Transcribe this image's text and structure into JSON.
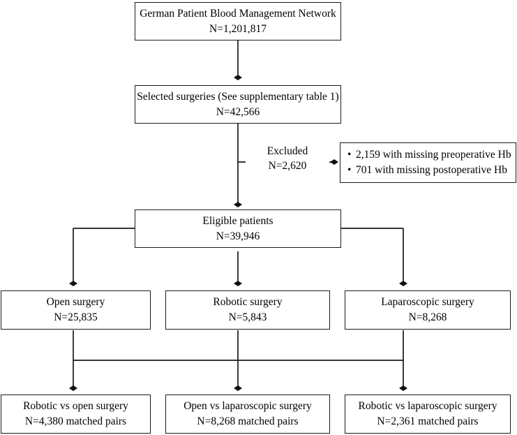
{
  "figure": {
    "type": "flowchart",
    "orientation": "top-down",
    "stroke_color": "#1a1a1a",
    "background_color": "#ffffff"
  },
  "nodes": {
    "cohort_source": {
      "line1": "German Patient Blood Management Network",
      "line2": "N=1,201,817"
    },
    "selected_surgeries": {
      "line1": "Selected surgeries (See supplementary table 1)",
      "line2": "N=42,566"
    },
    "excluded_reasons": {
      "bullet1": "2,159 with missing preoperative Hb",
      "bullet2": "701 with missing postoperative Hb",
      "bullet_glyph": "•"
    },
    "eligible_patients": {
      "line1": "Eligible patients",
      "line2": "N=39,946"
    },
    "open_surgery": {
      "line1": "Open surgery",
      "line2": "N=25,835"
    },
    "robotic_surgery": {
      "line1": "Robotic surgery",
      "line2": "N=5,843"
    },
    "laparoscopic_surgery": {
      "line1": "Laparoscopic surgery",
      "line2": "N=8,268"
    },
    "robotic_vs_open": {
      "line1": "Robotic vs open surgery",
      "line2": "N=4,380 matched pairs"
    },
    "open_vs_laparoscopic": {
      "line1": "Open vs laparoscopic surgery",
      "line2": "N=8,268 matched pairs"
    },
    "robotic_vs_laparoscopic": {
      "line1": "Robotic vs laparoscopic surgery",
      "line2": "N=2,361 matched pairs"
    }
  },
  "edges": {
    "excluded": {
      "label_line1": "Excluded",
      "label_line2": "N=2,620"
    }
  }
}
